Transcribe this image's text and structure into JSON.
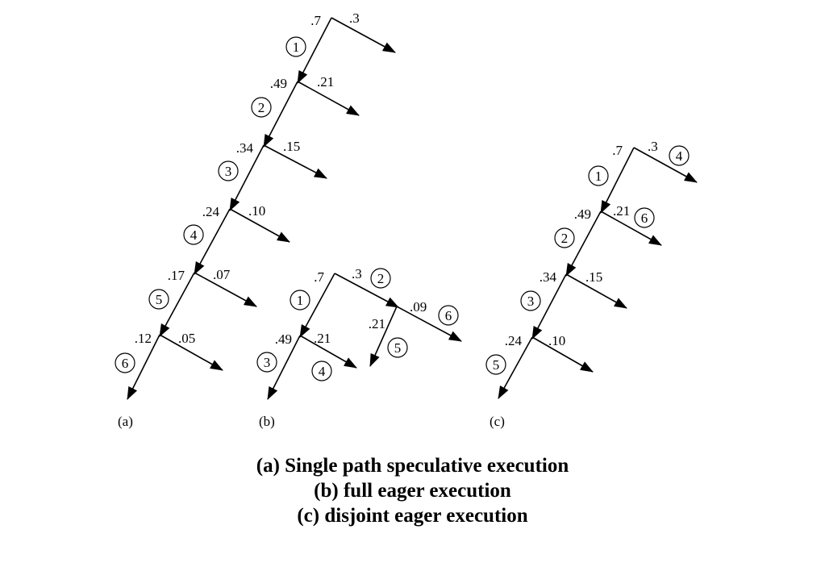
{
  "panels": [
    {
      "label": "(a)",
      "nodes": [
        {
          "prob_left": ".7",
          "prob_right": ".3",
          "order_left": "1"
        },
        {
          "prob_left": ".49",
          "prob_right": ".21",
          "order_left": "2"
        },
        {
          "prob_left": ".34",
          "prob_right": ".15",
          "order_left": "3"
        },
        {
          "prob_left": ".24",
          "prob_right": ".10",
          "order_left": "4"
        },
        {
          "prob_left": ".17",
          "prob_right": ".07",
          "order_left": "5"
        },
        {
          "prob_left": ".12",
          "prob_right": ".05",
          "order_left": "6"
        }
      ]
    },
    {
      "label": "(b)",
      "root": {
        "prob_left": ".7",
        "prob_right": ".3",
        "order_left": "1",
        "order_right": "2"
      },
      "left_child": {
        "prob_left": ".49",
        "prob_right": ".21",
        "order_left": "3",
        "order_right": "4"
      },
      "right_child": {
        "prob_left": ".21",
        "prob_right": ".09",
        "order_left": "5",
        "order_right": "6"
      }
    },
    {
      "label": "(c)",
      "nodes": [
        {
          "prob_left": ".7",
          "prob_right": ".3",
          "order_left": "1",
          "order_right": "4"
        },
        {
          "prob_left": ".49",
          "prob_right": ".21",
          "order_left": "2",
          "order_right": "6"
        },
        {
          "prob_left": ".34",
          "prob_right": ".15",
          "order_left": "3"
        },
        {
          "prob_left": ".24",
          "prob_right": ".10",
          "order_left": "5"
        }
      ]
    }
  ],
  "caption": {
    "line1": "(a) Single path speculative execution",
    "line2": "(b) full eager execution",
    "line3": "(c) disjoint eager execution"
  }
}
